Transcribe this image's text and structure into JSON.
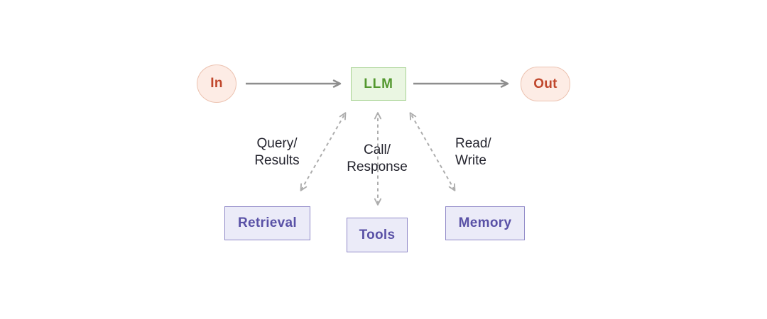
{
  "diagram": {
    "nodes": {
      "input": {
        "label": "In"
      },
      "llm": {
        "label": "LLM"
      },
      "output": {
        "label": "Out"
      },
      "retrieval": {
        "label": "Retrieval"
      },
      "tools": {
        "label": "Tools"
      },
      "memory": {
        "label": "Memory"
      }
    },
    "edge_labels": {
      "retrieval": "Query/\nResults",
      "tools": "Call/\nResponse",
      "memory": "Read/\nWrite"
    },
    "colors": {
      "background": "#ffffff",
      "io_fill": "#fdece5",
      "io_border": "#ecc2b0",
      "io_text": "#c0472c",
      "llm_fill": "#eaf6e2",
      "llm_border": "#a7d392",
      "llm_text": "#53982e",
      "module_fill": "#ebebf8",
      "module_border": "#918ac8",
      "module_text": "#5951a6",
      "solid_arrow": "#8e8e8e",
      "dashed_arrow": "#adadad",
      "label_text": "#24242e"
    }
  }
}
